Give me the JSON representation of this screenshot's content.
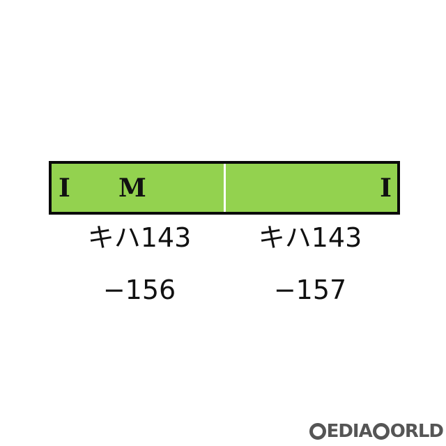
{
  "train": {
    "color": "#93d24f",
    "cars": [
      {
        "markers": [
          "I",
          "M"
        ],
        "name": "キハ143",
        "number": "−156"
      },
      {
        "markers": [
          "I"
        ],
        "name": "キハ143",
        "number": "−157"
      }
    ]
  },
  "watermark": {
    "before": "",
    "middle": "EDIA",
    "after": "ORLD"
  }
}
